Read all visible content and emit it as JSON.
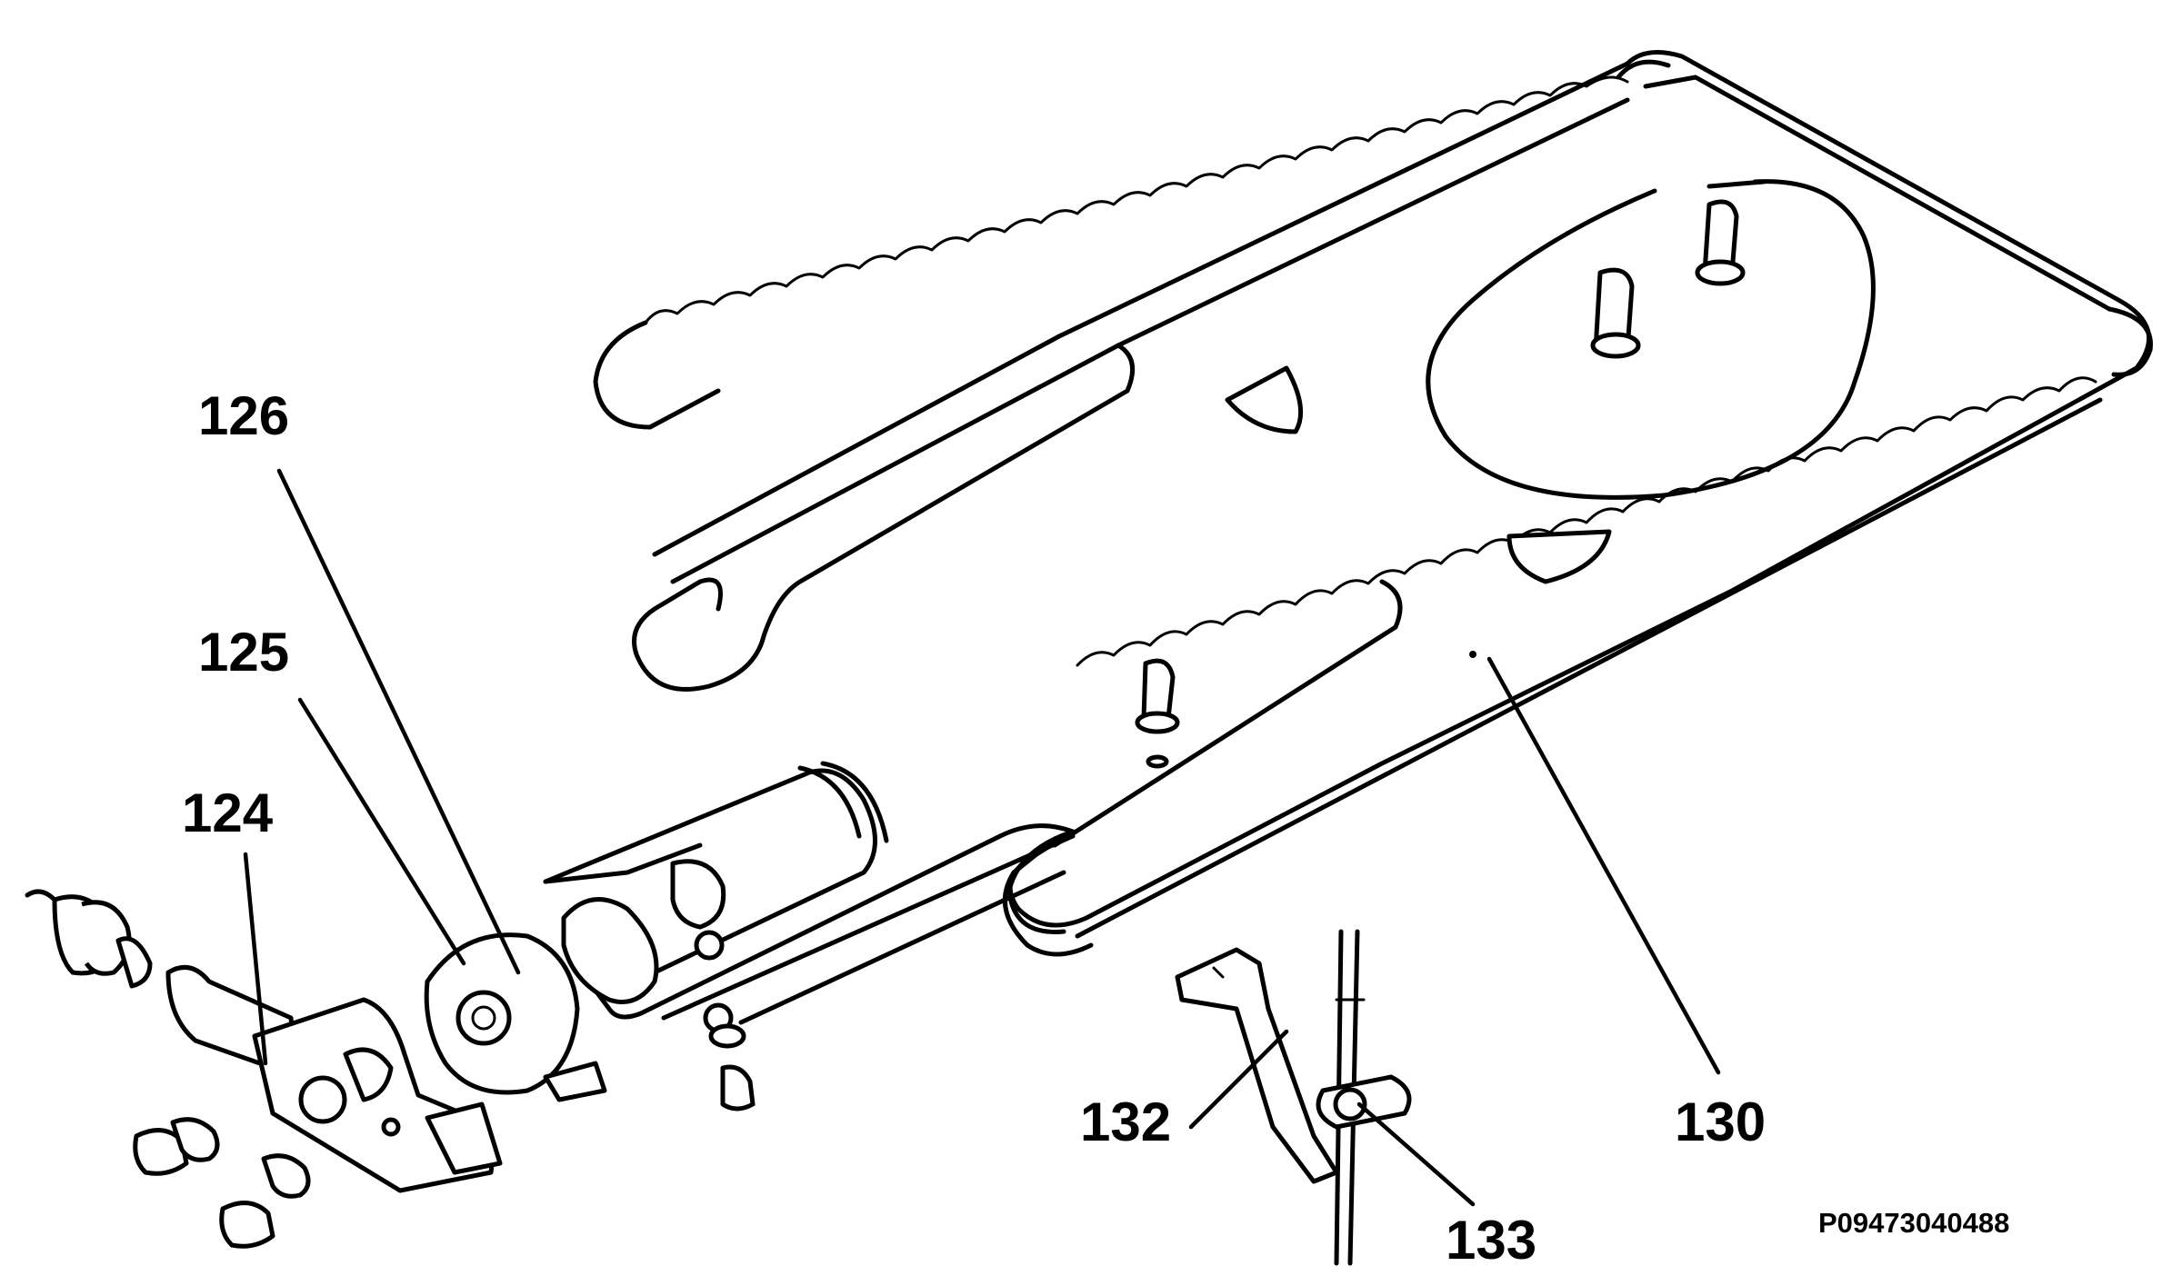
{
  "diagram": {
    "part_labels": {
      "p124": "124",
      "p125": "125",
      "p126": "126",
      "p130": "130",
      "p132": "132",
      "p133": "133"
    },
    "drawing_code": "P09473040488"
  }
}
